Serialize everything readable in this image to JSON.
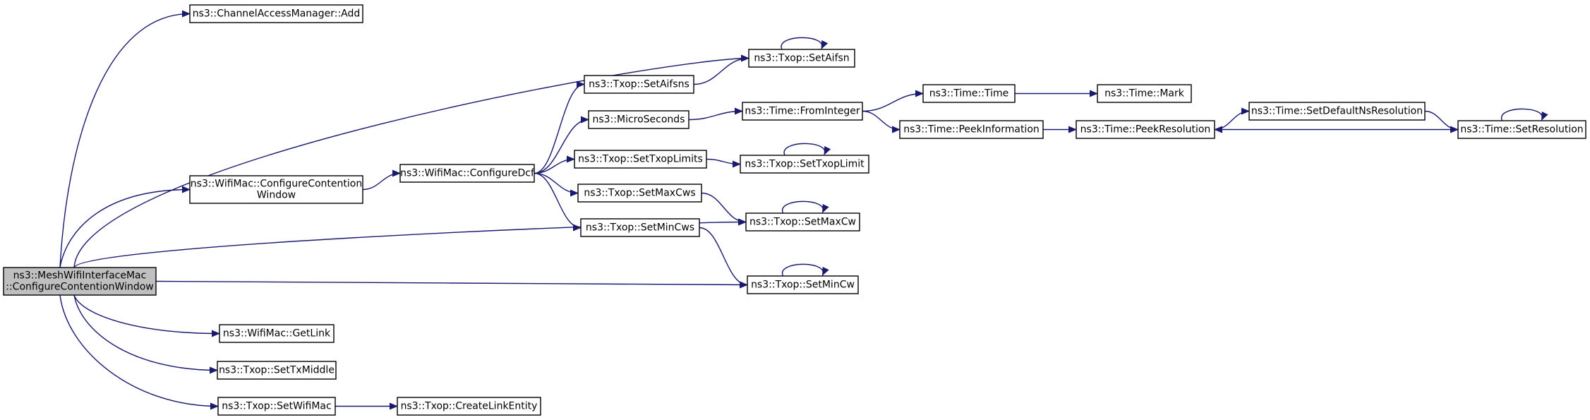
{
  "colors": {
    "edge": "#191970",
    "node_fill": "#ffffff",
    "root_fill": "#bfbfbf",
    "border": "#000000"
  },
  "nodes": {
    "root": {
      "lines": [
        "ns3::MeshWifiInterfaceMac",
        "::ConfigureContentionWindow"
      ],
      "root": true
    },
    "cam_add": {
      "lines": [
        "ns3::ChannelAccessManager::Add"
      ]
    },
    "set_aifsn": {
      "lines": [
        "ns3::Txop::SetAifsn"
      ]
    },
    "set_aifsns": {
      "lines": [
        "ns3::Txop::SetAifsns"
      ]
    },
    "micro_seconds": {
      "lines": [
        "ns3::MicroSeconds"
      ]
    },
    "time_from_integer": {
      "lines": [
        "ns3::Time::FromInteger"
      ]
    },
    "time_time": {
      "lines": [
        "ns3::Time::Time"
      ]
    },
    "time_mark": {
      "lines": [
        "ns3::Time::Mark"
      ]
    },
    "peek_information": {
      "lines": [
        "ns3::Time::PeekInformation"
      ]
    },
    "peek_resolution": {
      "lines": [
        "ns3::Time::PeekResolution"
      ]
    },
    "set_default_ns": {
      "lines": [
        "ns3::Time::SetDefaultNsResolution"
      ]
    },
    "set_resolution": {
      "lines": [
        "ns3::Time::SetResolution"
      ]
    },
    "wm_configure_cw": {
      "lines": [
        "ns3::WifiMac::ConfigureContention",
        "Window"
      ]
    },
    "configure_dcf": {
      "lines": [
        "ns3::WifiMac::ConfigureDcf"
      ]
    },
    "set_txop_limits": {
      "lines": [
        "ns3::Txop::SetTxopLimits"
      ]
    },
    "set_txop_limit": {
      "lines": [
        "ns3::Txop::SetTxopLimit"
      ]
    },
    "set_max_cws": {
      "lines": [
        "ns3::Txop::SetMaxCws"
      ]
    },
    "set_max_cw": {
      "lines": [
        "ns3::Txop::SetMaxCw"
      ]
    },
    "set_min_cws": {
      "lines": [
        "ns3::Txop::SetMinCws"
      ]
    },
    "set_min_cw": {
      "lines": [
        "ns3::Txop::SetMinCw"
      ]
    },
    "get_link": {
      "lines": [
        "ns3::WifiMac::GetLink"
      ]
    },
    "set_tx_middle": {
      "lines": [
        "ns3::Txop::SetTxMiddle"
      ]
    },
    "set_wifi_mac": {
      "lines": [
        "ns3::Txop::SetWifiMac"
      ]
    },
    "create_link_entity": {
      "lines": [
        "ns3::Txop::CreateLinkEntity"
      ]
    }
  },
  "edges": [
    [
      "root",
      "cam_add"
    ],
    [
      "root",
      "set_aifsn"
    ],
    [
      "root",
      "wm_configure_cw"
    ],
    [
      "root",
      "set_max_cw"
    ],
    [
      "root",
      "set_min_cw"
    ],
    [
      "root",
      "get_link"
    ],
    [
      "root",
      "set_tx_middle"
    ],
    [
      "root",
      "set_wifi_mac"
    ],
    [
      "wm_configure_cw",
      "configure_dcf"
    ],
    [
      "configure_dcf",
      "set_aifsns"
    ],
    [
      "configure_dcf",
      "micro_seconds"
    ],
    [
      "configure_dcf",
      "set_txop_limits"
    ],
    [
      "configure_dcf",
      "set_max_cws"
    ],
    [
      "configure_dcf",
      "set_min_cws"
    ],
    [
      "set_aifsns",
      "set_aifsn"
    ],
    [
      "micro_seconds",
      "time_from_integer"
    ],
    [
      "time_from_integer",
      "time_time"
    ],
    [
      "time_from_integer",
      "peek_information"
    ],
    [
      "time_time",
      "time_mark"
    ],
    [
      "peek_information",
      "peek_resolution"
    ],
    [
      "peek_resolution",
      "set_default_ns"
    ],
    [
      "set_default_ns",
      "set_resolution"
    ],
    [
      "set_resolution",
      "peek_resolution"
    ],
    [
      "set_txop_limits",
      "set_txop_limit"
    ],
    [
      "set_max_cws",
      "set_max_cw"
    ],
    [
      "set_min_cws",
      "set_min_cw"
    ],
    [
      "set_wifi_mac",
      "create_link_entity"
    ],
    [
      "set_aifsn",
      "set_aifsn"
    ],
    [
      "set_txop_limit",
      "set_txop_limit"
    ],
    [
      "set_max_cw",
      "set_max_cw"
    ],
    [
      "set_min_cw",
      "set_min_cw"
    ],
    [
      "set_resolution",
      "set_resolution"
    ]
  ]
}
